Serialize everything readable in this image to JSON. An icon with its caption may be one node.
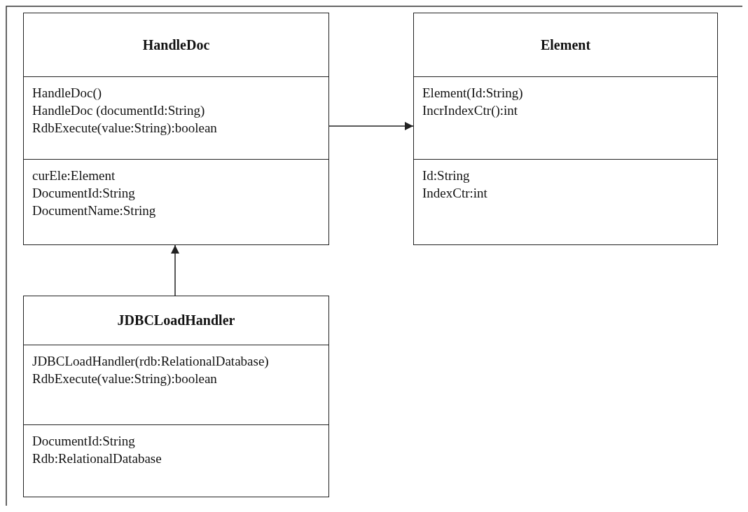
{
  "diagram": {
    "nodes": [
      {
        "text": [
          "HandleDoc"
        ]
      },
      {
        "text": [
          "HandleDoc()",
          "HandleDoc (documentId:String)",
          "RdbExecute(value:String):boolean"
        ],
        "in": 0
      },
      {
        "text": [
          "curEle:Element",
          "DocumentId:String",
          "DocumentName:String"
        ],
        "in": 0
      },
      {
        "text": [
          "Element"
        ]
      },
      {
        "text": [
          "Element(Id:String)",
          "IncrIndexCtr():int"
        ],
        "in": 3
      },
      {
        "text": [
          "Id:String",
          "IndexCtr:int"
        ],
        "in": 3
      },
      {
        "text": [
          "JDBCLoadHandler"
        ]
      },
      {
        "text": [
          "JDBCLoadHandler(rdb:RelationalDatabase)",
          "RdbExecute(value:String):boolean"
        ],
        "in": 6
      },
      {
        "text": [
          "DocumentId:String",
          "Rdb:RelationalDatabase"
        ],
        "in": 6
      }
    ],
    "edges": [
      {
        "from": 0,
        "to": 3,
        "arrow": "to"
      },
      {
        "from": 6,
        "to": 0,
        "arrow": "to"
      }
    ]
  }
}
